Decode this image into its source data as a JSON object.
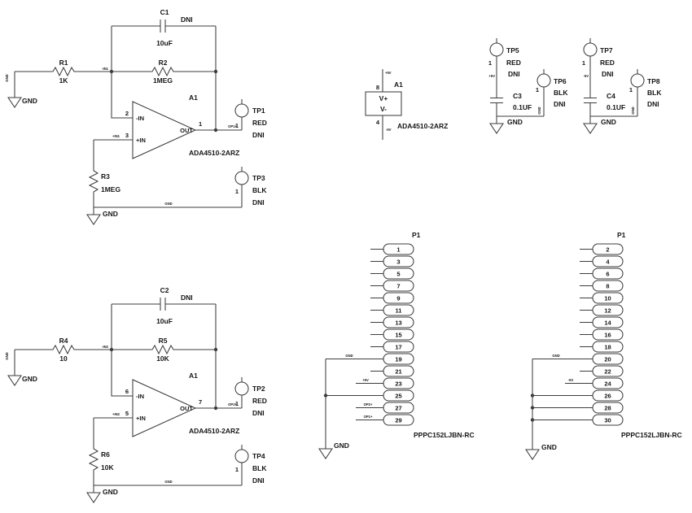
{
  "schematic": {
    "amps": [
      {
        "cap_ref": "C1",
        "cap_dni": "DNI",
        "cap_val": "10uF",
        "rin_ref": "R1",
        "rin_val": "1K",
        "rfb_ref": "R2",
        "rfb_val": "1MEG",
        "rg_ref": "R3",
        "rg_val": "1MEG",
        "amp_ref": "A1",
        "amp_part": "ADA4510-2ARZ",
        "pin_inv": "2",
        "pin_noninv": "3",
        "pin_out": "1",
        "lbl_inv": "-IN",
        "lbl_noninv": "+IN",
        "lbl_out": "OUT",
        "tpo_pin": "1",
        "tpo_ref": "TP1",
        "tpo_color": "RED",
        "tpo_dni": "DNI",
        "tpg_pin": "1",
        "tpg_ref": "TP3",
        "tpg_color": "BLK",
        "tpg_dni": "DNI",
        "gnd_in": "GND",
        "gnd_bot": "GND",
        "net_gnd_rot": "GND",
        "net_inv": "-IN1",
        "net_noninv": "+IN1",
        "net_out": "OP1+",
        "net_gnd_wire": "GND"
      },
      {
        "cap_ref": "C2",
        "cap_dni": "DNI",
        "cap_val": "10uF",
        "rin_ref": "R4",
        "rin_val": "10",
        "rfb_ref": "R5",
        "rfb_val": "10K",
        "rg_ref": "R6",
        "rg_val": "10K",
        "amp_ref": "A1",
        "amp_part": "ADA4510-2ARZ",
        "pin_inv": "6",
        "pin_noninv": "5",
        "pin_out": "7",
        "lbl_inv": "-IN",
        "lbl_noninv": "+IN",
        "lbl_out": "OUT",
        "tpo_pin": "1",
        "tpo_ref": "TP2",
        "tpo_color": "RED",
        "tpo_dni": "DNI",
        "tpg_pin": "1",
        "tpg_ref": "TP4",
        "tpg_color": "BLK",
        "tpg_dni": "DNI",
        "gnd_in": "GND",
        "gnd_bot": "GND",
        "net_gnd_rot": "GND",
        "net_inv": "-IN2",
        "net_noninv": "+IN2",
        "net_out": "OP2+",
        "net_gnd_wire": "GND"
      }
    ],
    "power": {
      "ref": "A1",
      "part": "ADA4510-2ARZ",
      "pin_top": "8",
      "pin_bot": "4",
      "vplus": "V+",
      "vminus": "V-",
      "net_top": "+5V",
      "net_bot": "-5V"
    },
    "decaps": [
      {
        "tpa_pin": "1",
        "tpa_ref": "TP5",
        "tpa_color": "RED",
        "tpa_dni": "DNI",
        "net": "+5V",
        "cap_ref": "C3",
        "cap_val": "0.1UF",
        "gnd": "GND",
        "tpb_pin": "1",
        "tpb_ref": "TP6",
        "tpb_color": "BLK",
        "tpb_dni": "DNI",
        "net_gnd_rot": "GND"
      },
      {
        "tpa_pin": "1",
        "tpa_ref": "TP7",
        "tpa_color": "RED",
        "tpa_dni": "DNI",
        "net": "-5V",
        "cap_ref": "C4",
        "cap_val": "0.1UF",
        "gnd": "GND",
        "tpb_pin": "1",
        "tpb_ref": "TP8",
        "tpb_color": "BLK",
        "tpb_dni": "DNI",
        "net_gnd_rot": "GND"
      }
    ],
    "connectors": [
      {
        "ref": "P1",
        "part": "PPPC152LJBN-RC",
        "pins": [
          "1",
          "3",
          "5",
          "7",
          "9",
          "11",
          "13",
          "15",
          "17",
          "19",
          "21",
          "23",
          "25",
          "27",
          "29"
        ],
        "net_gnd": "GND",
        "net_pwr": "+5V",
        "net_o1": "OP2+",
        "net_o2": "OP1+",
        "gnd": "GND"
      },
      {
        "ref": "P1",
        "part": "PPPC152LJBN-RC",
        "pins": [
          "2",
          "4",
          "6",
          "8",
          "10",
          "12",
          "14",
          "16",
          "18",
          "20",
          "22",
          "24",
          "26",
          "28",
          "30"
        ],
        "net_gnd": "GND",
        "net_pwr": "-5V",
        "gnd": "GND"
      }
    ]
  }
}
